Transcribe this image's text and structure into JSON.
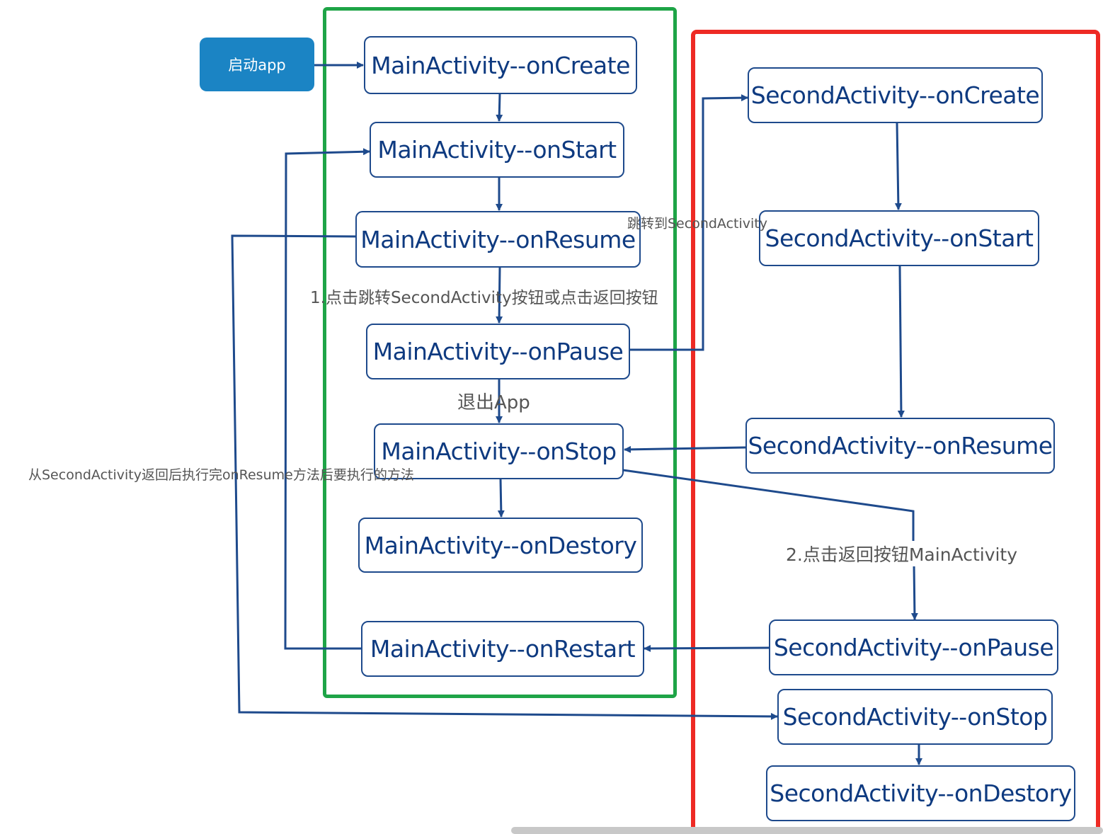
{
  "start": {
    "label": "启动app"
  },
  "main_nodes": [
    "MainActivity--onCreate",
    "MainActivity--onStart",
    "MainActivity--onResume",
    "MainActivity--onPause",
    "MainActivity--onStop",
    "MainActivity--onDestory",
    "MainActivity--onRestart"
  ],
  "second_nodes": [
    "SecondActivity--onCreate",
    "SecondActivity--onStart",
    "SecondActivity--onResume",
    "SecondActivity--onPause",
    "SecondActivity--onStop",
    "SecondActivity--onDestory"
  ],
  "labels": {
    "jump": "跳转到SecondActivity",
    "step1": "1.点击跳转SecondActivity按钮或点击返回按钮",
    "exit": "退出App",
    "after_resume": "从SecondActivity返回后执行完onResume方法后要执行的方法",
    "step2": "2.点击返回按钮MainActivity"
  },
  "colors": {
    "main_frame": "#1ea447",
    "second_frame": "#ee2a24",
    "start_button": "#1b84c4",
    "node_text": "#0e3a80",
    "connector": "#1e4a8c"
  }
}
